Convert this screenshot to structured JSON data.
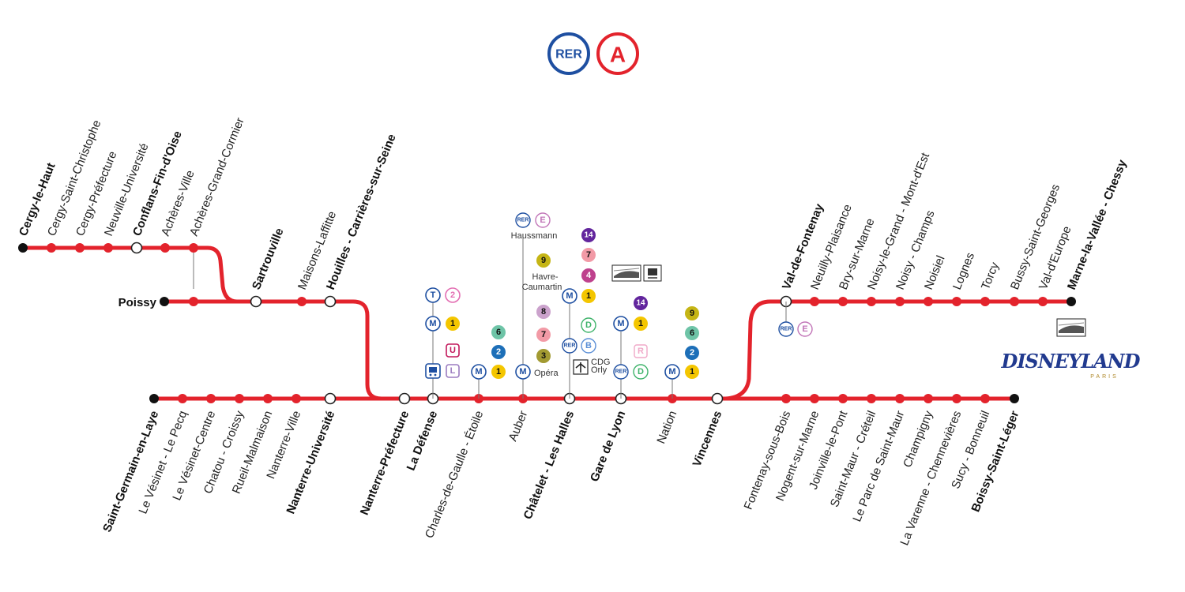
{
  "header": {
    "rer_label": "RER",
    "line_label": "A"
  },
  "colors": {
    "line": "#e3232c",
    "rer_blue": "#1e4fa1",
    "metro_yellow": "#f4c600"
  },
  "branches": {
    "cergy": [
      "Cergy-le-Haut",
      "Cergy-Saint-Christophe",
      "Cergy-Préfecture",
      "Neuville-Université",
      "Conflans-Fin-d'Oise",
      "Achères-Ville",
      "Achères-Grand-Cormier"
    ],
    "poissy": [
      "Poissy"
    ],
    "shared_west": [
      "Sartrouville",
      "Maisons-Laffitte",
      "Houilles - Carrières-sur-Seine"
    ],
    "saint_germain": [
      "Saint-Germain-en-Laye",
      "Le Vésinet - Le Pecq",
      "Le Vésinet-Centre",
      "Chatou - Croissy",
      "Rueil-Malmaison",
      "Nanterre-Ville",
      "Nanterre-Université"
    ],
    "trunk": [
      "Nanterre-Préfecture",
      "La Défense",
      "Charles-de-Gaulle - Étoile",
      "Auber",
      "Châtelet - Les Halles",
      "Gare de Lyon",
      "Nation",
      "Vincennes"
    ],
    "chessy": [
      "Val-de-Fontenay",
      "Neuilly-Plaisance",
      "Bry-sur-Marne",
      "Noisy-le-Grand - Mont-d'Est",
      "Noisy - Champs",
      "Noisiel",
      "Lognes",
      "Torcy",
      "Bussy-Saint-Georges",
      "Val-d'Europe",
      "Marne-la-Vallée - Chessy"
    ],
    "boissy": [
      "Fontenay-sous-Bois",
      "Nogent-sur-Marne",
      "Joinville-le-Pont",
      "Saint-Maur - Créteil",
      "Le Parc de Saint-Maur",
      "Champigny",
      "La Varenne - Chennevières",
      "Sucy - Bonneuil",
      "Boissy-Saint-Léger"
    ]
  },
  "connections": {
    "haussmann": "Haussmann",
    "havre": "Havre-",
    "caumartin": "Caumartin",
    "opera": "Opéra",
    "cdg": "CDG",
    "orly": "Orly",
    "rer_small": "RER",
    "metro_letter": "M",
    "tram_letter": "T"
  },
  "disneyland": {
    "name": "DISNEYLAND",
    "sub": "PARIS"
  }
}
